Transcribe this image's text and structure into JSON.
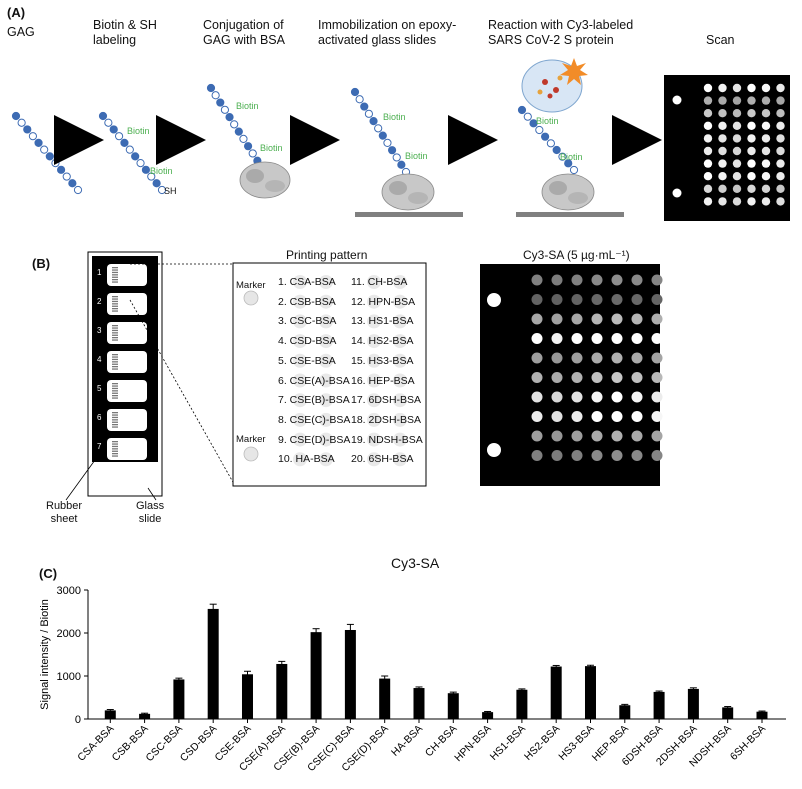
{
  "panelA": {
    "label": "(A)",
    "steps": [
      "GAG",
      "Biotin & SH\nlabeling",
      "Conjugation of\nGAG with BSA",
      "Immobilization on epoxy-\nactivated glass slides",
      "Reaction with Cy3-labeled\nSARS CoV-2 S protein",
      "Scan"
    ],
    "biotin": "Biotin",
    "sh": "SH"
  },
  "panelB": {
    "label": "(B)",
    "slide_numbers": [
      "1",
      "2",
      "3",
      "4",
      "5",
      "6",
      "7"
    ],
    "rubber_label": "Rubber\nsheet",
    "glass_label": "Glass\nslide",
    "printing_title": "Printing pattern",
    "marker": "Marker",
    "left_items": [
      "1. CSA-BSA",
      "2. CSB-BSA",
      "3. CSC-BSA",
      "4. CSD-BSA",
      "5. CSE-BSA",
      "6. CSE(A)-BSA",
      "7. CSE(B)-BSA",
      "8. CSE(C)-BSA",
      "9. CSE(D)-BSA",
      "10. HA-BSA"
    ],
    "right_items": [
      "11. CH-BSA",
      "12. HPN-BSA",
      "13. HS1-BSA",
      "14. HS2-BSA",
      "15. HS3-BSA",
      "16. HEP-BSA",
      "17. 6DSH-BSA",
      "18. 2DSH-BSA",
      "19. NDSH-BSA",
      "20. 6SH-BSA"
    ],
    "scan_title": "Cy3-SA (5 µg·mL⁻¹)"
  },
  "panelC": {
    "label": "(C)"
  },
  "chart_data": {
    "type": "bar",
    "title": "Cy3-SA",
    "xlabel": "",
    "ylabel": "Signal intensity / Biotin",
    "ylim": [
      0,
      3000
    ],
    "yticks": [
      0,
      1000,
      2000,
      3000
    ],
    "grid": false,
    "error_bars": true,
    "categories": [
      "CSA-BSA",
      "CSB-BSA",
      "CSC-BSA",
      "CSD-BSA",
      "CSE-BSA",
      "CSE(A)-BSA",
      "CSE(B)-BSA",
      "CSE(C)-BSA",
      "CSE(D)-BSA",
      "HA-BSA",
      "CH-BSA",
      "HPN-BSA",
      "HS1-BSA",
      "HS2-BSA",
      "HS3-BSA",
      "HEP-BSA",
      "6DSH-BSA",
      "2DSH-BSA",
      "NDSH-BSA",
      "6SH-BSA"
    ],
    "values": [
      200,
      120,
      920,
      2560,
      1040,
      1280,
      2020,
      2070,
      940,
      720,
      600,
      160,
      680,
      1220,
      1230,
      320,
      630,
      700,
      270,
      170
    ],
    "errors": [
      20,
      15,
      30,
      110,
      70,
      60,
      80,
      130,
      60,
      25,
      25,
      15,
      20,
      25,
      20,
      20,
      20,
      25,
      20,
      15
    ],
    "color": "#000000"
  }
}
